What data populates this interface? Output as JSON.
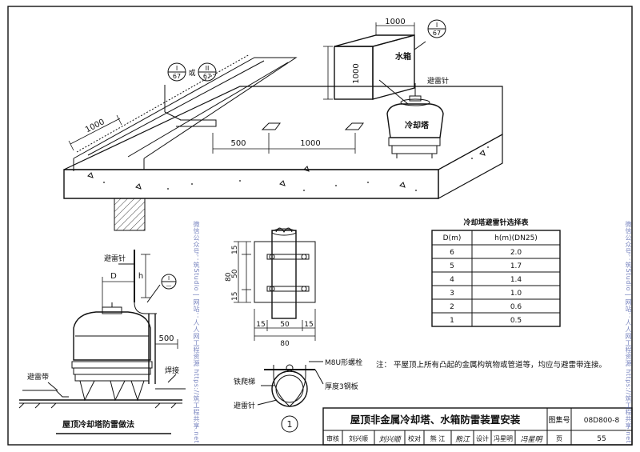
{
  "labels": {
    "water_tank": "水箱",
    "cooling_tower": "冷却塔",
    "lightning_rod": "避雷针",
    "lightning_belt": "避雷带",
    "weld": "焊接",
    "steel_ladder": "铁爬梯",
    "u_bolt": "M8U形螺栓",
    "steel_plate": "厚度3钢板",
    "sub_caption_left": "屋顶冷却塔防雷做法",
    "detail_mark": "1"
  },
  "refs": {
    "top_num": "I",
    "top_den": "67",
    "left1_num": "I",
    "left1_den": "67",
    "or_text": "或",
    "left2_num": "II",
    "left2_den": "67",
    "small_num": "I",
    "small_den": "—"
  },
  "dims": {
    "tank_top": "1000",
    "tank_side": "1000",
    "roof_left": "1000",
    "gap_500": "500",
    "span_1000": "1000",
    "d_label": "D",
    "h_label": "h",
    "offset_500": "500",
    "plate_15a": "15",
    "plate_50": "50",
    "plate_15b": "15",
    "plate_80": "80",
    "bottom_15a": "15",
    "bottom_50": "50",
    "bottom_15b": "15",
    "bottom_80": "80"
  },
  "table": {
    "title": "冷却塔避雷针选择表",
    "headers": [
      "D(m)",
      "h(m)(DN25)"
    ],
    "rows": [
      [
        "6",
        "2.0"
      ],
      [
        "5",
        "1.7"
      ],
      [
        "4",
        "1.4"
      ],
      [
        "3",
        "1.0"
      ],
      [
        "2",
        "0.6"
      ],
      [
        "1",
        "0.5"
      ]
    ]
  },
  "note": "注：  平屋顶上所有凸起的金属构筑物或管道等，均应与避雷带连接。",
  "watermarks": [
    "微信公众号：筑Studio  |  网站：人人网工程资源  https://筑工程共享.net",
    "微信公众号：筑Studio  |  网站：人人网工程资源  https://筑工程共享.net"
  ],
  "title_block": {
    "title": "屋顶非金属冷却塔、水箱防雷装置安装",
    "atlas_label": "图集号",
    "atlas_no": "08D800-8",
    "review_label": "审核",
    "review_name": "刘兴顺",
    "review_sig": "刘兴顺",
    "check_label": "校对",
    "check_name": "熊  江",
    "check_sig": "熊江",
    "design_label": "设计",
    "design_name": "冯星明",
    "design_sig": "冯星明",
    "page_label": "页",
    "page_no": "55"
  }
}
